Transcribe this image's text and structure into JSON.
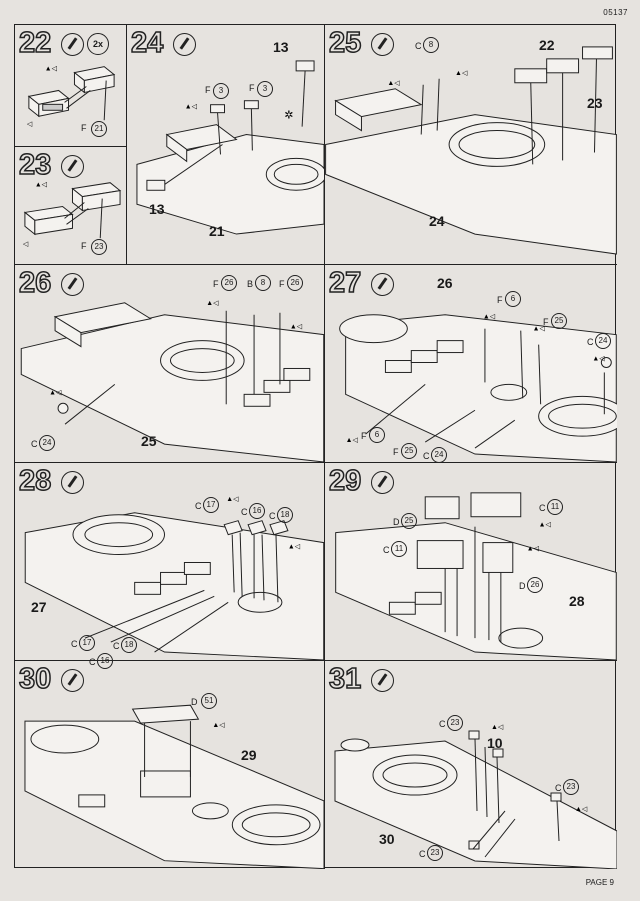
{
  "header": {
    "code": "05137"
  },
  "footer": {
    "page_label": "PAGE 9"
  },
  "steps": {
    "s22": {
      "num": "22",
      "badge": "2x",
      "part_a": "21",
      "prefix_f": "F"
    },
    "s23": {
      "num": "23",
      "part_a": "23",
      "prefix_f": "F"
    },
    "s24": {
      "num": "24",
      "part_a": "13",
      "part_b": "3",
      "part_c": "3",
      "part_d": "13",
      "hull": "21",
      "prefix_f": "F"
    },
    "s25": {
      "num": "25",
      "part_a": "22",
      "part_b": "23",
      "part_c": "8",
      "hull": "24",
      "prefix_c": "C"
    },
    "s26": {
      "num": "26",
      "part_a": "26",
      "part_b": "8",
      "part_c": "26",
      "part_d": "24",
      "hull": "25",
      "prefix_f": "F",
      "prefix_b": "B",
      "prefix_c": "C"
    },
    "s27": {
      "num": "27",
      "hull": "26",
      "part_a": "6",
      "part_b": "25",
      "part_c": "24",
      "part_d": "6",
      "part_e": "25",
      "part_f": "24",
      "prefix_f": "F",
      "prefix_c": "C"
    },
    "s28": {
      "num": "28",
      "part_a": "17",
      "part_b": "16",
      "part_c": "18",
      "part_d": "17",
      "part_e": "16",
      "part_f": "18",
      "hull": "27",
      "prefix_c": "C"
    },
    "s29": {
      "num": "29",
      "part_a": "25",
      "part_b": "11",
      "part_c": "11",
      "part_d": "26",
      "hull": "28",
      "prefix_d": "D",
      "prefix_c": "C"
    },
    "s30": {
      "num": "30",
      "part_a": "51",
      "hull": "29",
      "prefix_d": "D"
    },
    "s31": {
      "num": "31",
      "part_a": "23",
      "part_b": "10",
      "part_c": "23",
      "part_d": "23",
      "hull": "30",
      "prefix_c": "C"
    }
  }
}
